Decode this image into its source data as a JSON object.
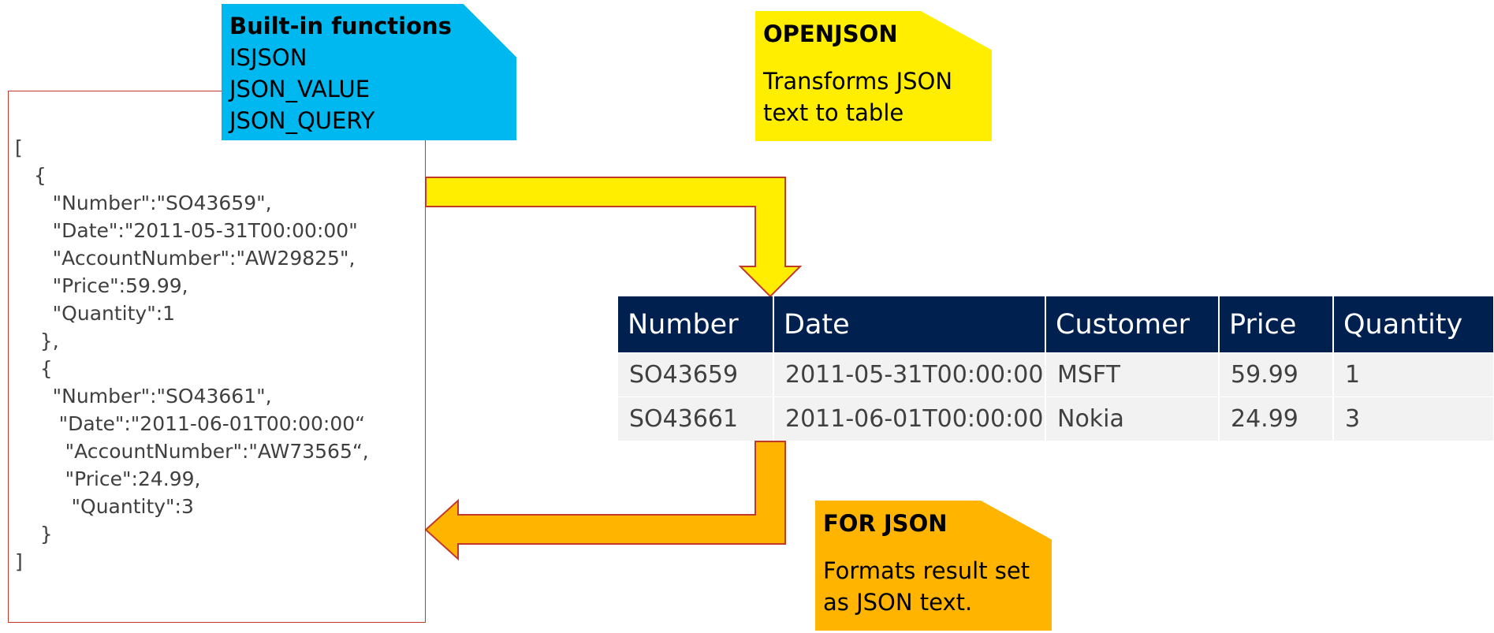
{
  "json_document": {
    "lines": [
      "[",
      "   {",
      "      \"Number\":\"SO43659\",",
      "      \"Date\":\"2011-05-31T00:00:00\"",
      "      \"AccountNumber\":\"AW29825\",",
      "      \"Price\":59.99,",
      "      \"Quantity\":1",
      "    },",
      "    {",
      "      \"Number\":\"SO43661\",",
      "       \"Date\":\"2011-06-01T00:00:00“",
      "        \"AccountNumber\":\"AW73565“,",
      "        \"Price\":24.99,",
      "         \"Quantity\":3",
      "    }",
      "]"
    ]
  },
  "notes": {
    "builtin": {
      "title": "Built-in functions",
      "items": [
        "ISJSON",
        "JSON_VALUE",
        "JSON_QUERY"
      ],
      "color": "#00b8f0"
    },
    "openjson": {
      "title": "OPENJSON",
      "body": "Transforms JSON text to table",
      "color": "#ffee00"
    },
    "forjson": {
      "title": "FOR JSON",
      "body": "Formats result set as JSON text.",
      "color": "#ffb400"
    }
  },
  "result_table": {
    "headers": [
      "Number",
      "Date",
      "Customer",
      "Price",
      "Quantity"
    ],
    "rows": [
      [
        "SO43659",
        "2011-05-31T00:00:00",
        "MSFT",
        "59.99",
        "1"
      ],
      [
        "SO43661",
        "2011-06-01T00:00:00",
        "Nokia",
        "24.99",
        "3"
      ]
    ],
    "header_color": "#002050"
  },
  "colors": {
    "border": "#c0392b",
    "openjson_arrow": "#ffee00",
    "forjson_arrow": "#ffb400",
    "arrow_outline": "#c0392b"
  }
}
